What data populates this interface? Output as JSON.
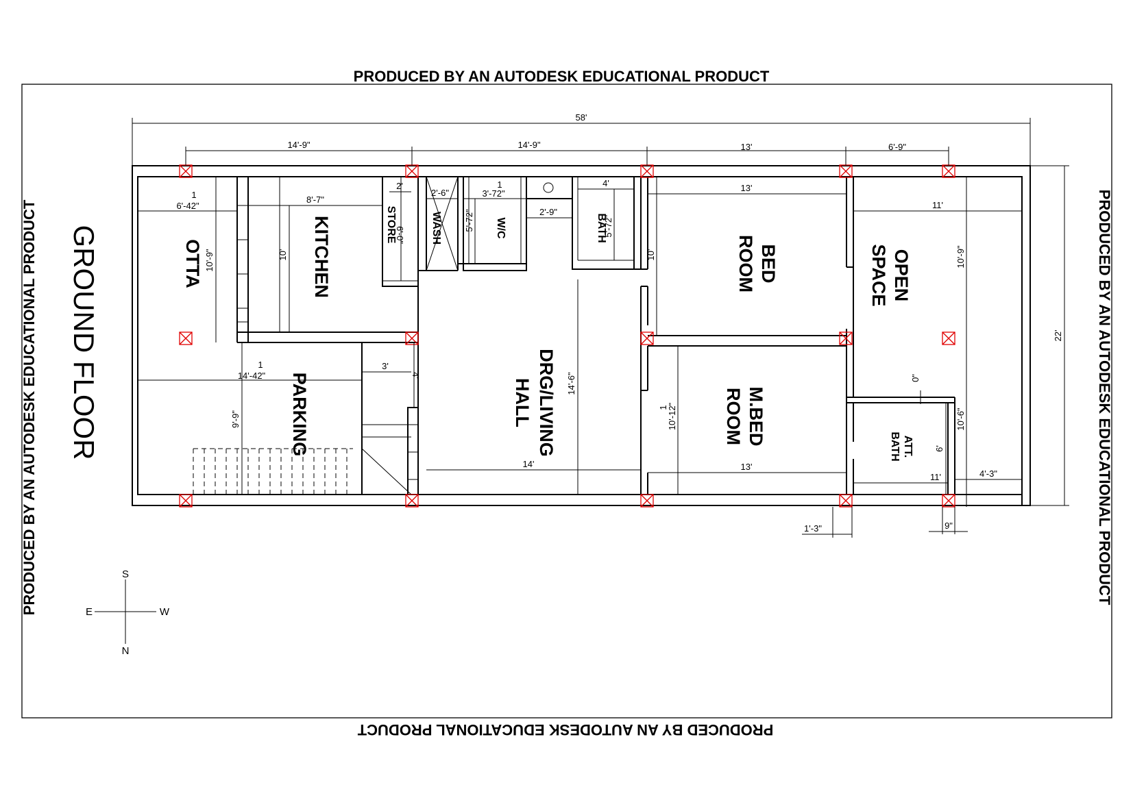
{
  "watermark": "PRODUCED BY AN AUTODESK EDUCATIONAL PRODUCT",
  "title": "GROUND FLOOR",
  "compass": {
    "s": "S",
    "n": "N",
    "e": "E",
    "w": "W"
  },
  "rooms": {
    "otta": "OTTA",
    "kitchen": "KITCHEN",
    "store": "STORE",
    "wash": "WASH",
    "wc": "W/C",
    "bath": "BATH",
    "bed_room": [
      "BED",
      "ROOM"
    ],
    "open_space": [
      "OPEN",
      "SPACE"
    ],
    "parking": "PARKING",
    "hall": [
      "DRG/LIVING",
      "HALL"
    ],
    "m_bed_room": [
      "M.BED",
      "ROOM"
    ],
    "att_bath": [
      "ATT.",
      "BATH"
    ]
  },
  "dims": {
    "overall_length": "58'",
    "overall_width": "22'",
    "top_1": "14'-9\"",
    "top_2": "14'-9\"",
    "top_3": "13'",
    "top_4": "6'-9\"",
    "otta_w": "6'-42\"",
    "otta_w_frac": "1",
    "otta_h": "10'-9\"",
    "kitchen_w": "8'-7\"",
    "kitchen_h": "10'",
    "store_w": "2'",
    "store_h": "6'-0\"",
    "wash_w": "2'-6\"",
    "wc_w": "3'-72\"",
    "wc_w_frac": "1",
    "wc_h": "5'-72\"",
    "lobby_w": "2'-9\"",
    "bath_w": "4'",
    "bath_h": "5'-72\"",
    "bed_w": "13'",
    "bed_h": "10'",
    "open_w": "11'",
    "open_h": "10'-9\"",
    "parking_w": "14'-42\"",
    "parking_w_frac": "1",
    "parking_h": "9'-9\"",
    "stair_w": "3'",
    "stair_h": "4'",
    "hall_w": "14'",
    "hall_h": "14'-6\"",
    "mbed_w": "13'",
    "mbed_h": "10'-12\"",
    "mbed_h_frac": "1",
    "att_w": "11'",
    "att_h": "6'",
    "att_off": "0\"",
    "right_lower": "10'-6\"",
    "right_strip": "4'-3\"",
    "below_1": "1'-3\"",
    "below_2": "9\""
  }
}
